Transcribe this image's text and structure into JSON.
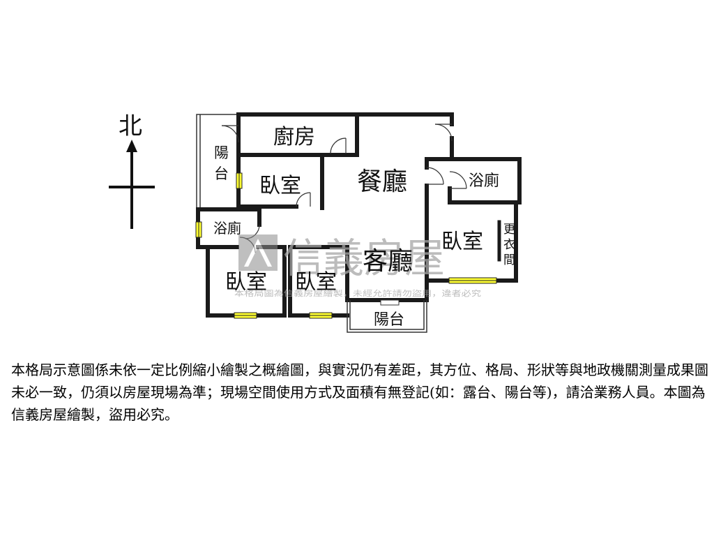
{
  "compass": {
    "north_label": "北"
  },
  "rooms": {
    "kitchen": "廚房",
    "dining": "餐廳",
    "living": "客廳",
    "bedroom_nw": "臥室",
    "bedroom_sw1": "臥室",
    "bedroom_sw2": "臥室",
    "bedroom_e": "臥室",
    "bath_w": "浴廁",
    "bath_e": "浴廁",
    "balcony_w_line1": "陽",
    "balcony_w_line2": "台",
    "balcony_s": "陽台",
    "closet_1": "更",
    "closet_2": "衣",
    "closet_3": "間"
  },
  "watermark": {
    "brand": "信義房屋",
    "notice": "本格局圖為信義房屋繪製，未經允許請勿盜用，違者必究"
  },
  "disclaimer": "本格局示意圖係未依一定比例縮小繪製之概繪圖，與實況仍有差距，其方位、格局、形狀等與地政機關測量成果圖未必一致，仍須以房屋現場為準；現場空間使用方式及面積有無登記(如：露台、陽台等)，請洽業務人員。本圖為信義房屋繪製，盜用必究。",
  "colors": {
    "wall": "#1a1a1a",
    "window": "#ffff33",
    "watermark": "#a6a6a6"
  }
}
